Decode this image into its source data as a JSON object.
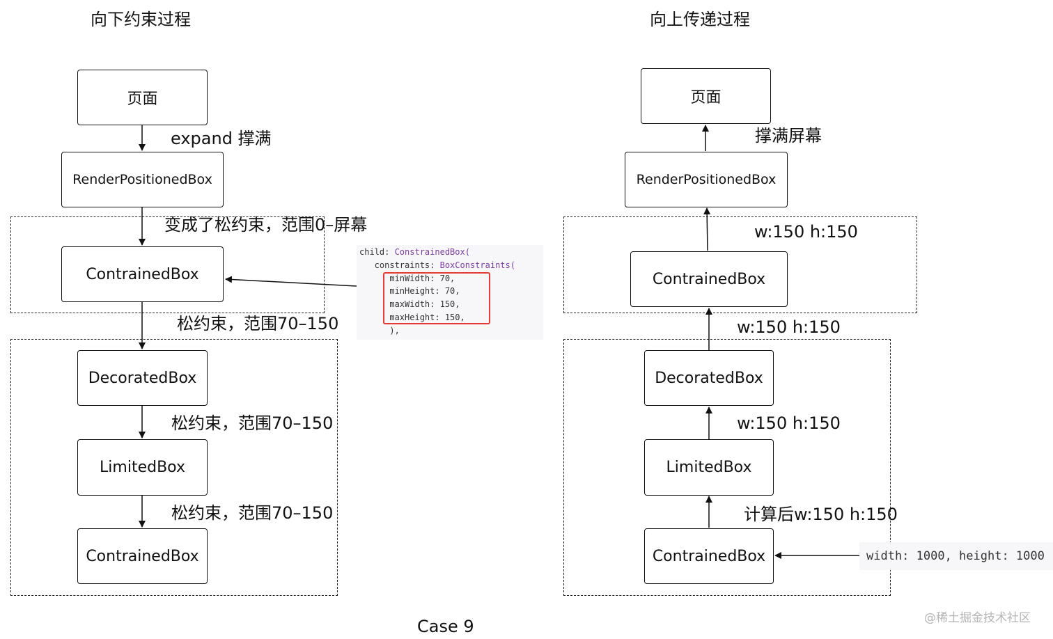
{
  "left": {
    "title": "向下约束过程",
    "nodes": {
      "page": "页面",
      "render_positioned_box": "RenderPositionedBox",
      "constrained_box_1": "ContrainedBox",
      "decorated_box": "DecoratedBox",
      "limited_box": "LimitedBox",
      "constrained_box_2": "ContrainedBox"
    },
    "edge_labels": {
      "page_to_rpb": "expand 撑满",
      "rpb_to_cb1": "变成了松约束，范围0–屏幕",
      "cb1_to_db": "松约束，范围70–150",
      "db_to_lb": "松约束，范围70–150",
      "lb_to_cb2": "松约束，范围70–150"
    },
    "code_snippet": {
      "lines": [
        {
          "prefix": "child: ",
          "value": "ConstrainedBox("
        },
        {
          "prefix": "   constraints: ",
          "value": "BoxConstraints("
        },
        {
          "prefix": "      minWidth: 70,",
          "value": ""
        },
        {
          "prefix": "      minHeight: 70,",
          "value": ""
        },
        {
          "prefix": "      maxWidth: 150,",
          "value": ""
        },
        {
          "prefix": "      maxHeight: 150,",
          "value": ""
        },
        {
          "prefix": "      ),",
          "value": ""
        }
      ]
    }
  },
  "right": {
    "title": "向上传递过程",
    "nodes": {
      "page": "页面",
      "render_positioned_box": "RenderPositionedBox",
      "constrained_box_1": "ContrainedBox",
      "decorated_box": "DecoratedBox",
      "limited_box": "LimitedBox",
      "constrained_box_2": "ContrainedBox"
    },
    "edge_labels": {
      "rpb_to_page": "撑满屏幕",
      "cb1_to_rpb": "w:150 h:150",
      "db_to_cb1": "w:150 h:150",
      "lb_to_db": "w:150 h:150",
      "cb2_to_lb": "计算后w:150 h:150"
    },
    "code_snippet": "width: 1000, height: 1000"
  },
  "caption": "Case 9",
  "watermark": "@稀土掘金技术社区",
  "colors": {
    "highlight_box": "#e53935",
    "code_keyword": "#7a3e9d",
    "code_bg": "#f7f7f9"
  }
}
